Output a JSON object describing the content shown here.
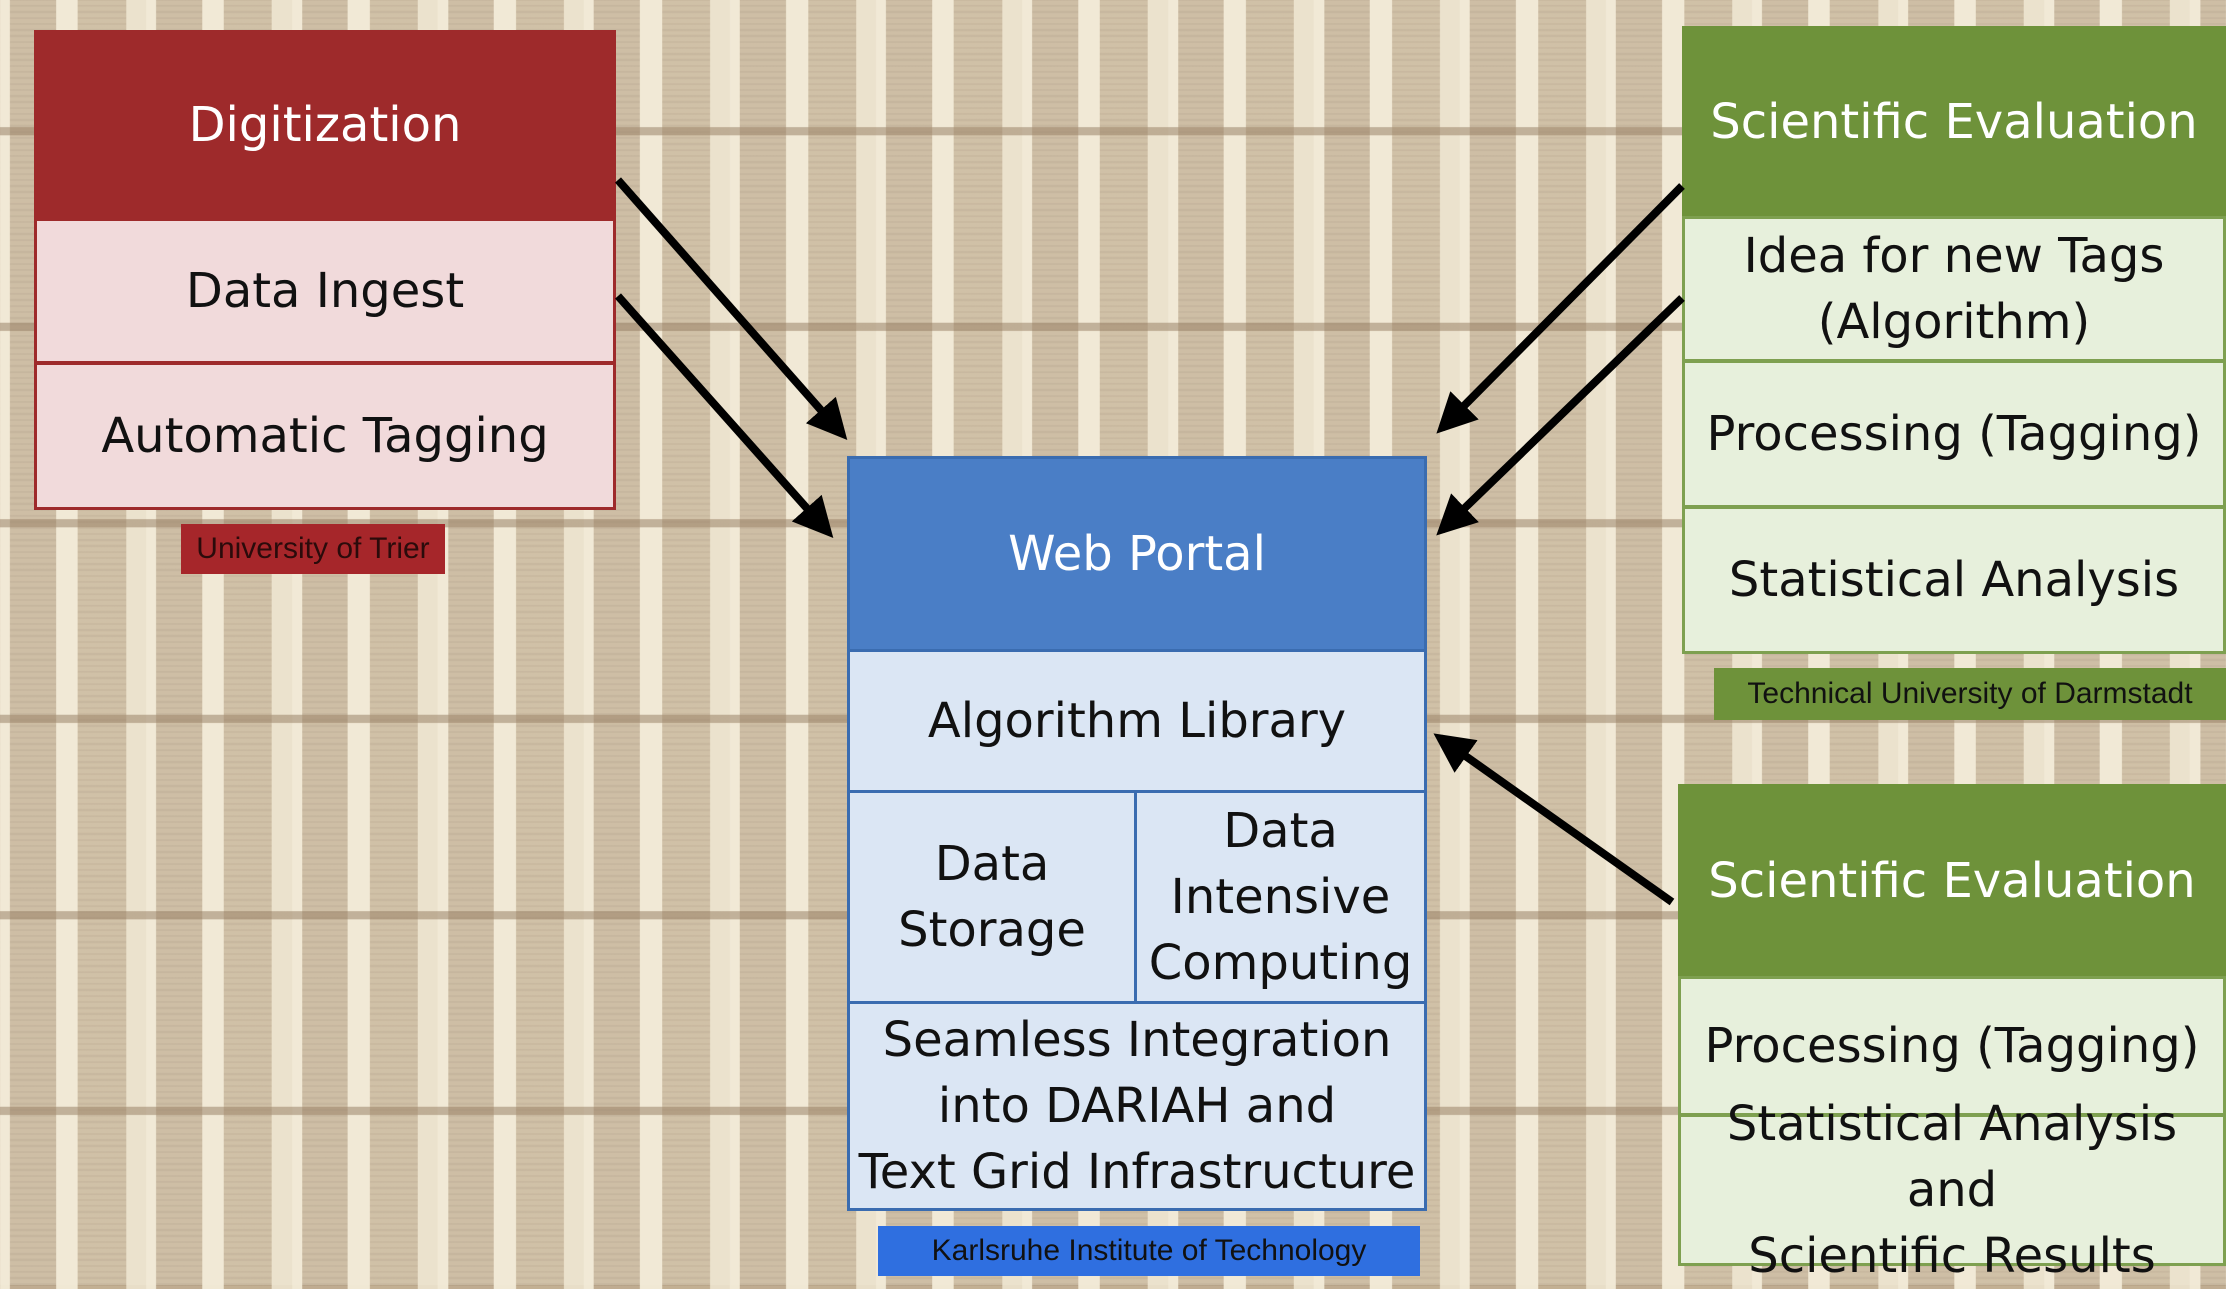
{
  "colors": {
    "red_header": "#9e2a2b",
    "red_row": "#f1dadb",
    "blue_header": "#4a7ec6",
    "blue_row": "#dbe6f4",
    "green_header": "#6e923a",
    "green_row": "#e7f0dc",
    "label_red": "#a6262a",
    "label_blue": "#2f6fe0",
    "label_green": "#6e923a"
  },
  "left_block": {
    "header": "Digitization",
    "rows": [
      "Data Ingest",
      "Automatic  Tagging"
    ],
    "label": "University of Trier"
  },
  "center_block": {
    "header": "Web Portal",
    "row_algorithm": "Algorithm Library",
    "row_storage": "Data\nStorage",
    "row_computing": "Data\nIntensive\nComputing",
    "row_integration": "Seamless Integration\ninto DARIAH and\nText Grid Infrastructure",
    "label": "Karlsruhe Institute of Technology"
  },
  "right_top_block": {
    "header": "Scientific Evaluation",
    "rows": [
      "Idea for new Tags\n(Algorithm)",
      "Processing (Tagging)",
      "Statistical Analysis"
    ],
    "label": "Technical University of Darmstadt"
  },
  "right_bottom_block": {
    "header": "Scientific Evaluation",
    "rows": [
      "Processing (Tagging)",
      "Statistical Analysis and\nScientific Results"
    ]
  }
}
